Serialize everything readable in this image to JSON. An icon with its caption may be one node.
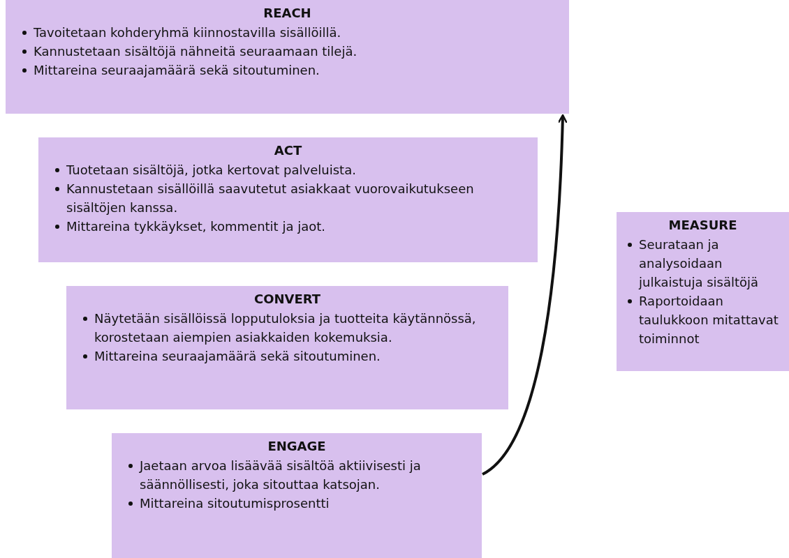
{
  "diagram": {
    "nodes": [
      {
        "text": [
          "REACH",
          "Tavoitetaan kohderyhmä kiinnostavilla sisällöillä.",
          "Kannustetaan sisältöjä nähneitä seuraamaan tilejä.",
          "Mittareina seuraajamäärä sekä sitoutuminen."
        ]
      },
      {
        "text": [
          "ACT",
          "Tuotetaan sisältöjä, jotka kertovat palveluista.",
          "Kannustetaan sisällöillä saavutetut asiakkaat vuorovaikutukseen sisältöjen kanssa.",
          "Mittareina tykkäykset, kommentit ja jaot."
        ]
      },
      {
        "text": [
          "CONVERT",
          "Näytetään sisällöissä lopputuloksia ja tuotteita käytännössä, korostetaan aiempien asiakkaiden kokemuksia.",
          "Mittareina seuraajamäärä sekä sitoutuminen."
        ]
      },
      {
        "text": [
          "ENGAGE",
          "Jaetaan arvoa lisäävää sisältöä aktiivisesti ja säännöllisesti, joka sitouttaa katsojan.",
          "Mittareina sitoutumisprosentti"
        ]
      },
      {
        "text": [
          "MEASURE",
          "Seurataan ja analysoidaan julkaistuja sisältöjä",
          "Raportoidaan taulukkoon mitattavat toiminnot"
        ]
      }
    ],
    "edges": [
      {
        "from": 3,
        "to": 0,
        "arrow": "to"
      }
    ]
  }
}
